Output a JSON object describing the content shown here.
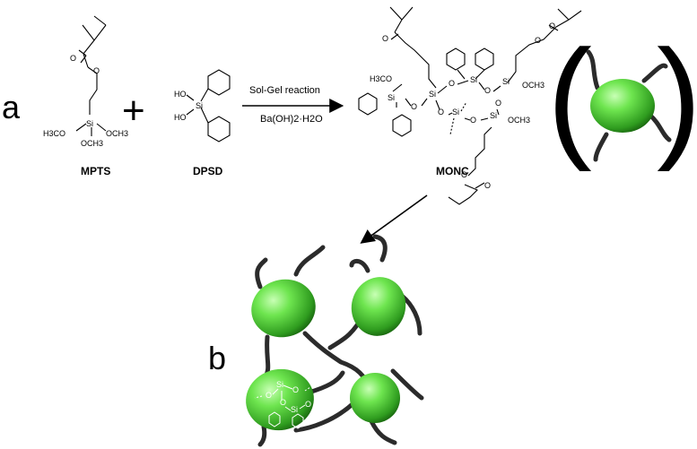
{
  "panels": {
    "a": "a",
    "b": "b"
  },
  "plus": "+",
  "reactants": {
    "mpts": {
      "name": "MPTS",
      "atoms": [
        "O",
        "O",
        "Si",
        "H3CO",
        "OCH3",
        "OCH3"
      ]
    },
    "dpsd": {
      "name": "DPSD",
      "atoms": [
        "HO",
        "HO",
        "Si"
      ]
    }
  },
  "conditions": {
    "above": "Sol-Gel reaction",
    "below": "Ba(OH)2·H2O"
  },
  "product": {
    "name": "MONC",
    "atoms": [
      "H3CO",
      "Si",
      "O",
      "Si",
      "O",
      "Si",
      "O",
      "Si",
      "OCH3",
      "O",
      "O",
      "Si",
      "O",
      "OCH3",
      "O",
      "O",
      "O",
      "O"
    ]
  },
  "bracket": {
    "left": "(",
    "right": ")"
  },
  "inset_atoms": [
    "Si",
    "O",
    "O",
    "O",
    "Si",
    "O",
    "O",
    "O"
  ],
  "colors": {
    "sphere": "#66e04a",
    "sphere_dark": "#1f7a12",
    "ligand": "#2b2b2b"
  }
}
